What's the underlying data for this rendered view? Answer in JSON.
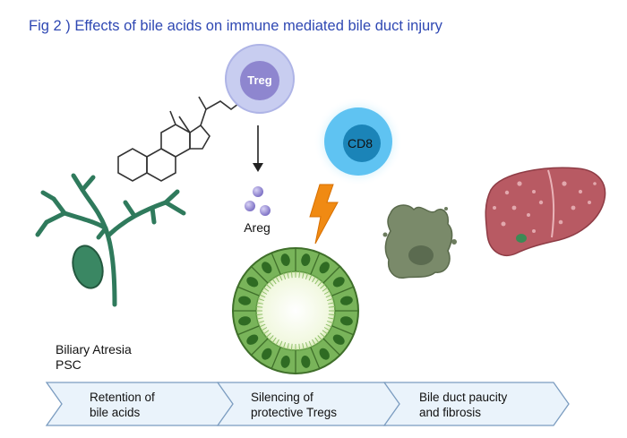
{
  "title": "Fig 2 ) Effects of bile acids on immune mediated bile duct injury",
  "left_labels": [
    "Biliary Atresia",
    "PSC"
  ],
  "cells": {
    "treg": "Treg",
    "cd8": "CD8",
    "areg": "Areg"
  },
  "steps": [
    {
      "line1": "Retention of",
      "line2": "bile acids"
    },
    {
      "line1": "Silencing of",
      "line2": "protective Tregs"
    },
    {
      "line1": "Bile duct paucity",
      "line2": "and fibrosis"
    }
  ],
  "colors": {
    "title": "#2f48b3",
    "arrow_fill": "#eaf3fb",
    "arrow_stroke": "#7b9cc0",
    "treg_outer": "#c8cdf0",
    "treg_inner": "#8e86cf",
    "cd8_outer": "#5fc3f2",
    "cd8_inner": "#1b84b8",
    "bile_duct_green": "#2f7a5c",
    "liver_red": "#b85a63",
    "lightning": "#f08a13",
    "epithelium_green": "#79b45a"
  },
  "icons": [
    "steroid-structure-icon",
    "biliary-tree-icon",
    "treg-cell-icon",
    "cd8-cell-icon",
    "lightning-icon",
    "areg-molecules-icon",
    "bile-duct-cross-section-icon",
    "fibrotic-tissue-icon",
    "liver-icon"
  ]
}
